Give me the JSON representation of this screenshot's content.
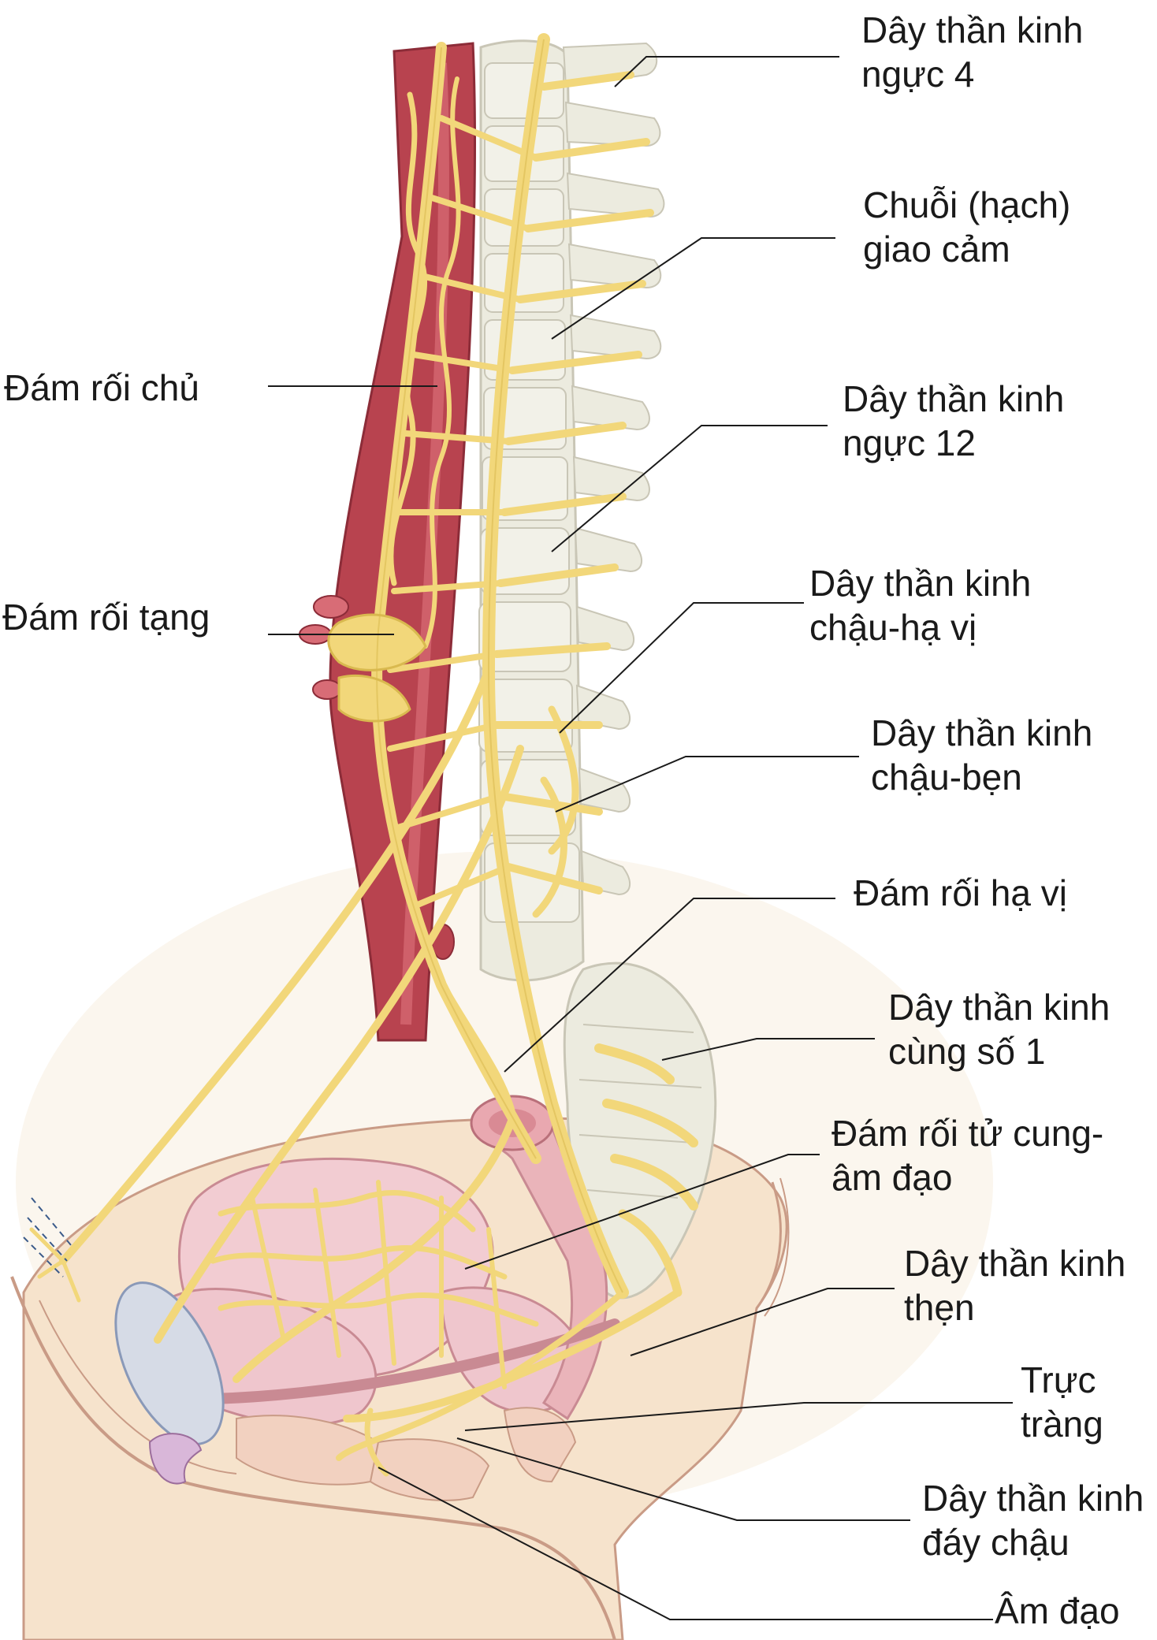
{
  "diagram": {
    "colors": {
      "nerve": "#f2d77a",
      "nerve_stroke": "#d9b94f",
      "aorta": "#b8434f",
      "aorta_light": "#d86c76",
      "bone": "#ecebdf",
      "bone_stroke": "#c9c6b6",
      "skin": "#f6e3cc",
      "skin_stroke": "#c99b86",
      "bladder": "#f2ccd2",
      "bladder_stroke": "#c98a93",
      "rectum": "#e9b7bc",
      "symphysis": "#d6dbe6",
      "clitoris": "#d9b7d9",
      "leader": "#1a1a1a"
    },
    "labels": [
      {
        "id": "thoracic-4",
        "lines": [
          "Dây thần kinh",
          "ngực 4"
        ]
      },
      {
        "id": "sympathetic-chain",
        "lines": [
          "Chuỗi (hạch)",
          "giao cảm"
        ]
      },
      {
        "id": "aortic-plexus",
        "lines": [
          "Đám rối chủ"
        ]
      },
      {
        "id": "thoracic-12",
        "lines": [
          "Dây thần kinh",
          "ngực 12"
        ]
      },
      {
        "id": "celiac-plexus",
        "lines": [
          "Đám rối tạng"
        ]
      },
      {
        "id": "iliohypogastric",
        "lines": [
          "Dây thần kinh",
          "chậu-hạ vị"
        ]
      },
      {
        "id": "ilioinguinal",
        "lines": [
          "Dây thần kinh",
          "chậu-bẹn"
        ]
      },
      {
        "id": "hypogastric-plexus",
        "lines": [
          "Đám rối hạ vị"
        ]
      },
      {
        "id": "sacral-1",
        "lines": [
          "Dây thần kinh",
          "cùng số 1"
        ]
      },
      {
        "id": "uterovaginal-plexus",
        "lines": [
          "Đám rối tử cung-",
          "âm đạo"
        ]
      },
      {
        "id": "pudendal",
        "lines": [
          "Dây thần kinh",
          "thẹn"
        ]
      },
      {
        "id": "rectum",
        "lines": [
          "Trực",
          "tràng"
        ]
      },
      {
        "id": "pelvic-floor",
        "lines": [
          "Dây thần kinh",
          "đáy chậu"
        ]
      },
      {
        "id": "vagina",
        "lines": [
          "Âm đạo"
        ]
      }
    ]
  }
}
